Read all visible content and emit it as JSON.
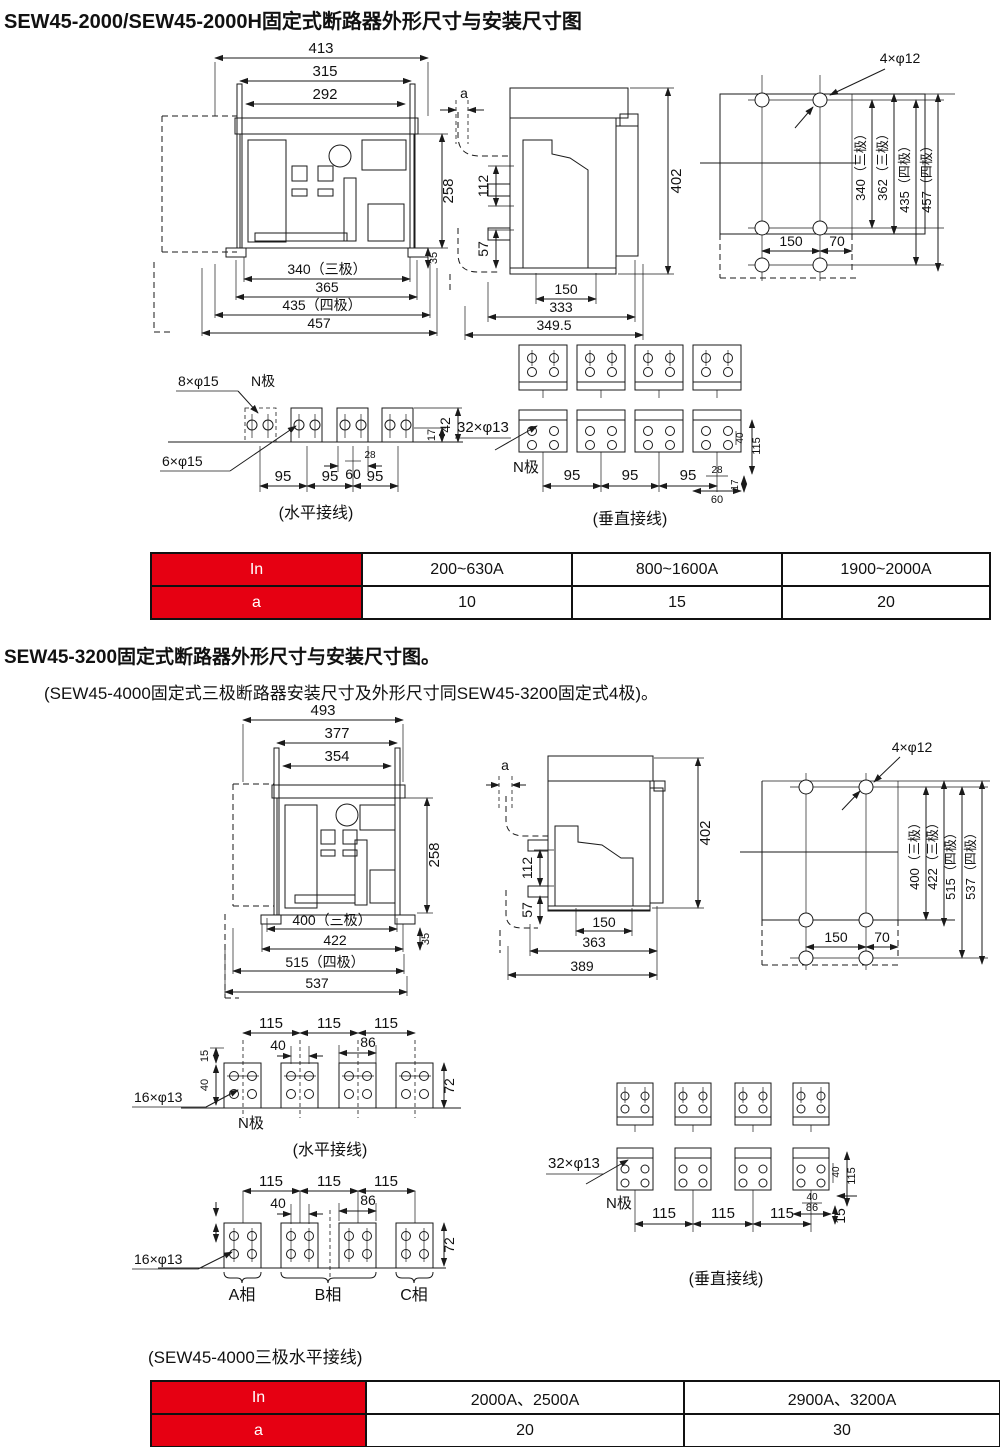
{
  "page": {
    "section1_title": "SEW45-2000/SEW45-2000H固定式断路器外形尺寸与安装尺寸图",
    "section2_title": "SEW45-3200固定式断路器外形尺寸与安装尺寸图。",
    "section2_note": "(SEW45-4000固定式三极断路器安装尺寸及外形尺寸同SEW45-3200固定式4极)。",
    "bottom_caption": "(SEW45-4000三极水平接线)"
  },
  "colors": {
    "accent_red": "#e60012",
    "breaker_body": "#76828e",
    "breaker_panel_light": "#bdc5cb",
    "breaker_top_strip": "#ced4d9",
    "side_dark": "#6e7b87",
    "button_red": "#e0301e",
    "button_green": "#2ba338",
    "line_dark": "#1a1a1a"
  },
  "d1_front": {
    "w413": "413",
    "w315": "315",
    "w292": "292",
    "h258": "258",
    "h35": "35",
    "b340": "340（三极）",
    "b365": "365",
    "b435": "435（四极）",
    "b457": "457"
  },
  "d1_side": {
    "a": "a",
    "v112": "112",
    "v57": "57",
    "v402": "402",
    "b150": "150",
    "b333": "333",
    "b349": "349.5"
  },
  "d1_holes": {
    "label": "4×φ12",
    "v340": "340（三极）",
    "v362": "362（三极）",
    "v435": "435（四极）",
    "v457": "457（四极）",
    "h150": "150",
    "h70": "70"
  },
  "d1_horiz": {
    "l8": "8×φ15",
    "n": "N极",
    "l6": "6×φ15",
    "p95": "95",
    "d60": "60",
    "d28": "28",
    "d17": "17",
    "d42": "42",
    "caption": "(水平接线)"
  },
  "d1_vert": {
    "l32": "32×φ13",
    "n": "N极",
    "p95": "95",
    "d28": "28",
    "d60": "60",
    "d17": "17",
    "d40": "40",
    "d115": "115",
    "caption": "(垂直接线)"
  },
  "table1": {
    "rows": [
      {
        "h": "In",
        "c": [
          "200~630A",
          "800~1600A",
          "1900~2000A"
        ]
      },
      {
        "h": "a",
        "c": [
          "10",
          "15",
          "20"
        ]
      }
    ]
  },
  "d2_front": {
    "w493": "493",
    "w377": "377",
    "w354": "354",
    "h258": "258",
    "h35": "35",
    "b400": "400（三极）",
    "b422": "422",
    "b515": "515（四极）",
    "b537": "537"
  },
  "d2_side": {
    "a": "a",
    "v112": "112",
    "v57": "57",
    "v402": "402",
    "b150": "150",
    "b363": "363",
    "b389": "389"
  },
  "d2_holes": {
    "label": "4×φ12",
    "v400": "400（三极）",
    "v422": "422（三极）",
    "v515": "515（四极）",
    "v537": "537（四极）",
    "h150": "150",
    "h70": "70"
  },
  "d2_horiz": {
    "l16": "16×φ13",
    "n": "N极",
    "p115": "115",
    "d40": "40",
    "d86": "86",
    "d15": "15",
    "dv40": "40",
    "d72": "72",
    "caption": "(水平接线)"
  },
  "d2_phase": {
    "l16": "16×φ13",
    "p115": "115",
    "d40": "40",
    "d86": "86",
    "d72": "72",
    "pa": "A相",
    "pb": "B相",
    "pc": "C相"
  },
  "d2_vert": {
    "l32": "32×φ13",
    "n": "N极",
    "p115": "115",
    "d40": "40",
    "dv115": "115",
    "dh40": "40",
    "d86": "86",
    "d15": "15",
    "caption": "(垂直接线)"
  },
  "table2": {
    "rows": [
      {
        "h": "In",
        "c": [
          "2000A、2500A",
          "2900A、3200A"
        ]
      },
      {
        "h": "a",
        "c": [
          "20",
          "30"
        ]
      }
    ]
  }
}
